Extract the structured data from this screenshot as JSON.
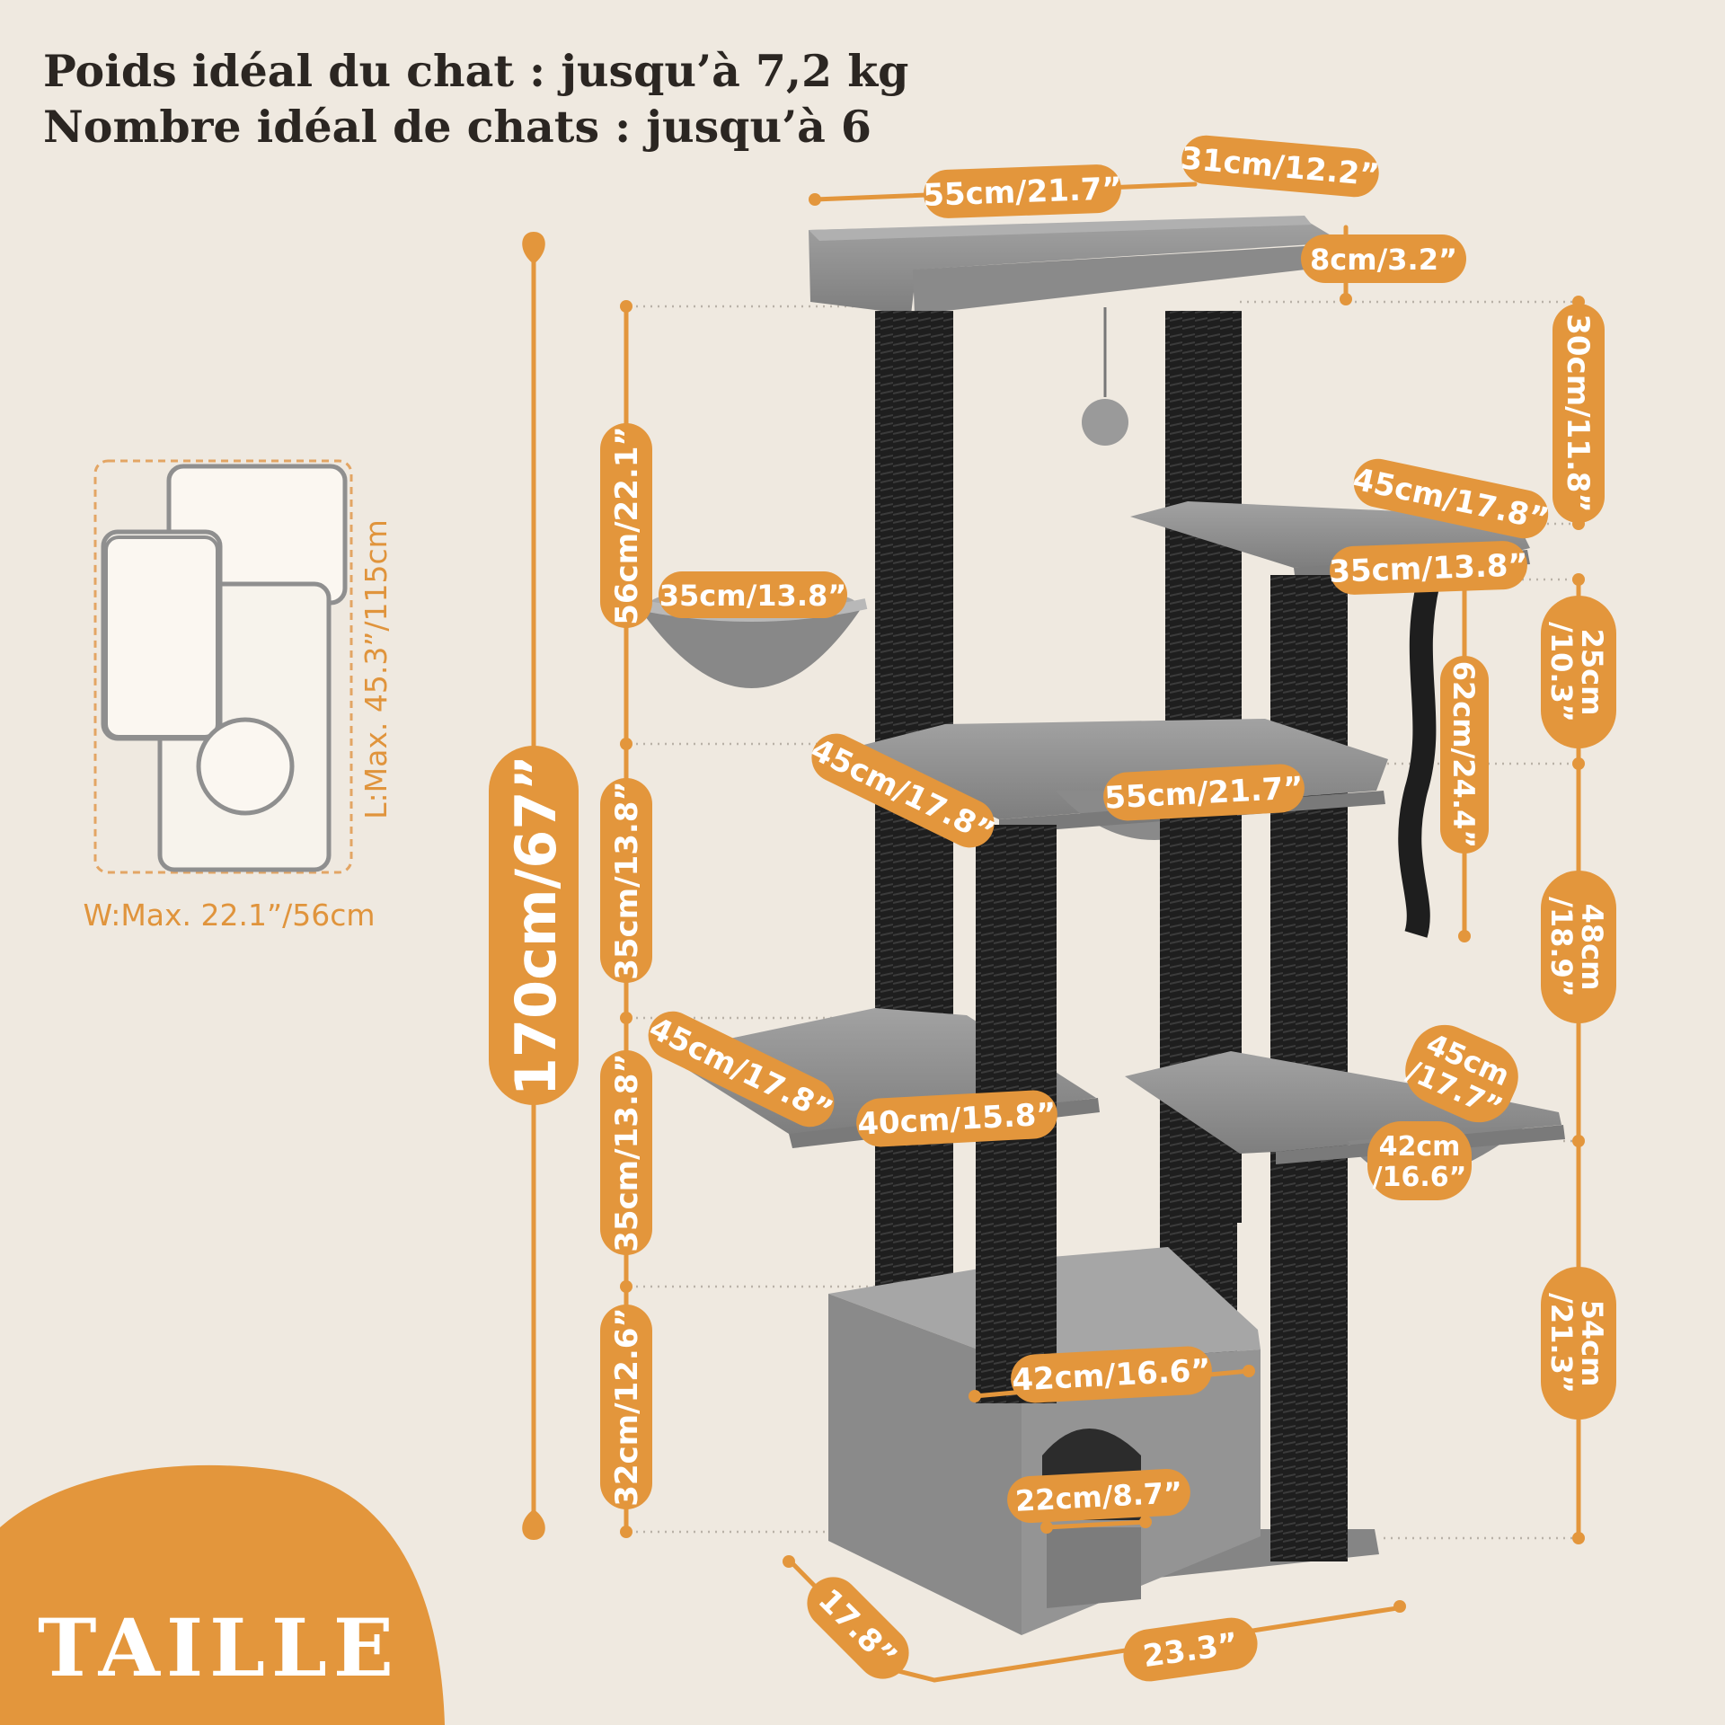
{
  "header": {
    "weight_line": "Poids idéal du chat : jusqu’à 7,2 kg",
    "cats_line": "Nombre idéal de chats : jusqu’à 6"
  },
  "footprint": {
    "length_label": "L:Max. 45.3”/115cm",
    "width_label": "W:Max. 22.1”/56cm"
  },
  "dimensions": {
    "total_height": "170cm/67”",
    "top_width": "55cm/21.7”",
    "top_depth": "31cm/12.2”",
    "top_rim": "8cm/3.2”",
    "top_to_platform": "30cm/11.8”",
    "right_top_width": "45cm/17.8”",
    "right_top_depth": "35cm/13.8”",
    "top_to_basket": "56cm/22.1”",
    "basket_diameter": "35cm/13.8”",
    "rope_length": "62cm/24.4”",
    "gap_25": "25cm",
    "gap_25_in": "/10.3”",
    "hammock_depth": "45cm/17.8”",
    "hammock_width": "55cm/21.7”",
    "left_gap_35a": "35cm/13.8”",
    "gap_48": "48cm",
    "gap_48_in": "/18.9”",
    "left_platform_depth": "45cm/17.8”",
    "left_platform_width": "40cm/15.8”",
    "right_basket_depth": "45cm",
    "right_basket_depth_in": "/17.7”",
    "right_basket_width": "42cm",
    "right_basket_width_in": "/16.6”",
    "left_gap_35b": "35cm/13.8”",
    "gap_54": "54cm",
    "gap_54_in": "/21.3”",
    "condo_width": "42cm/16.6”",
    "condo_height": "32cm/12.6”",
    "door_width": "22cm/8.7”",
    "base_depth": "17.8”",
    "base_width": "23.3”"
  },
  "footer": {
    "section_title": "TAILLE"
  },
  "colors": {
    "accent": "#e3963c",
    "background": "#efe9e0",
    "plush": "#8e8e8e",
    "post": "#1f1f1f",
    "text": "#2b2622"
  }
}
